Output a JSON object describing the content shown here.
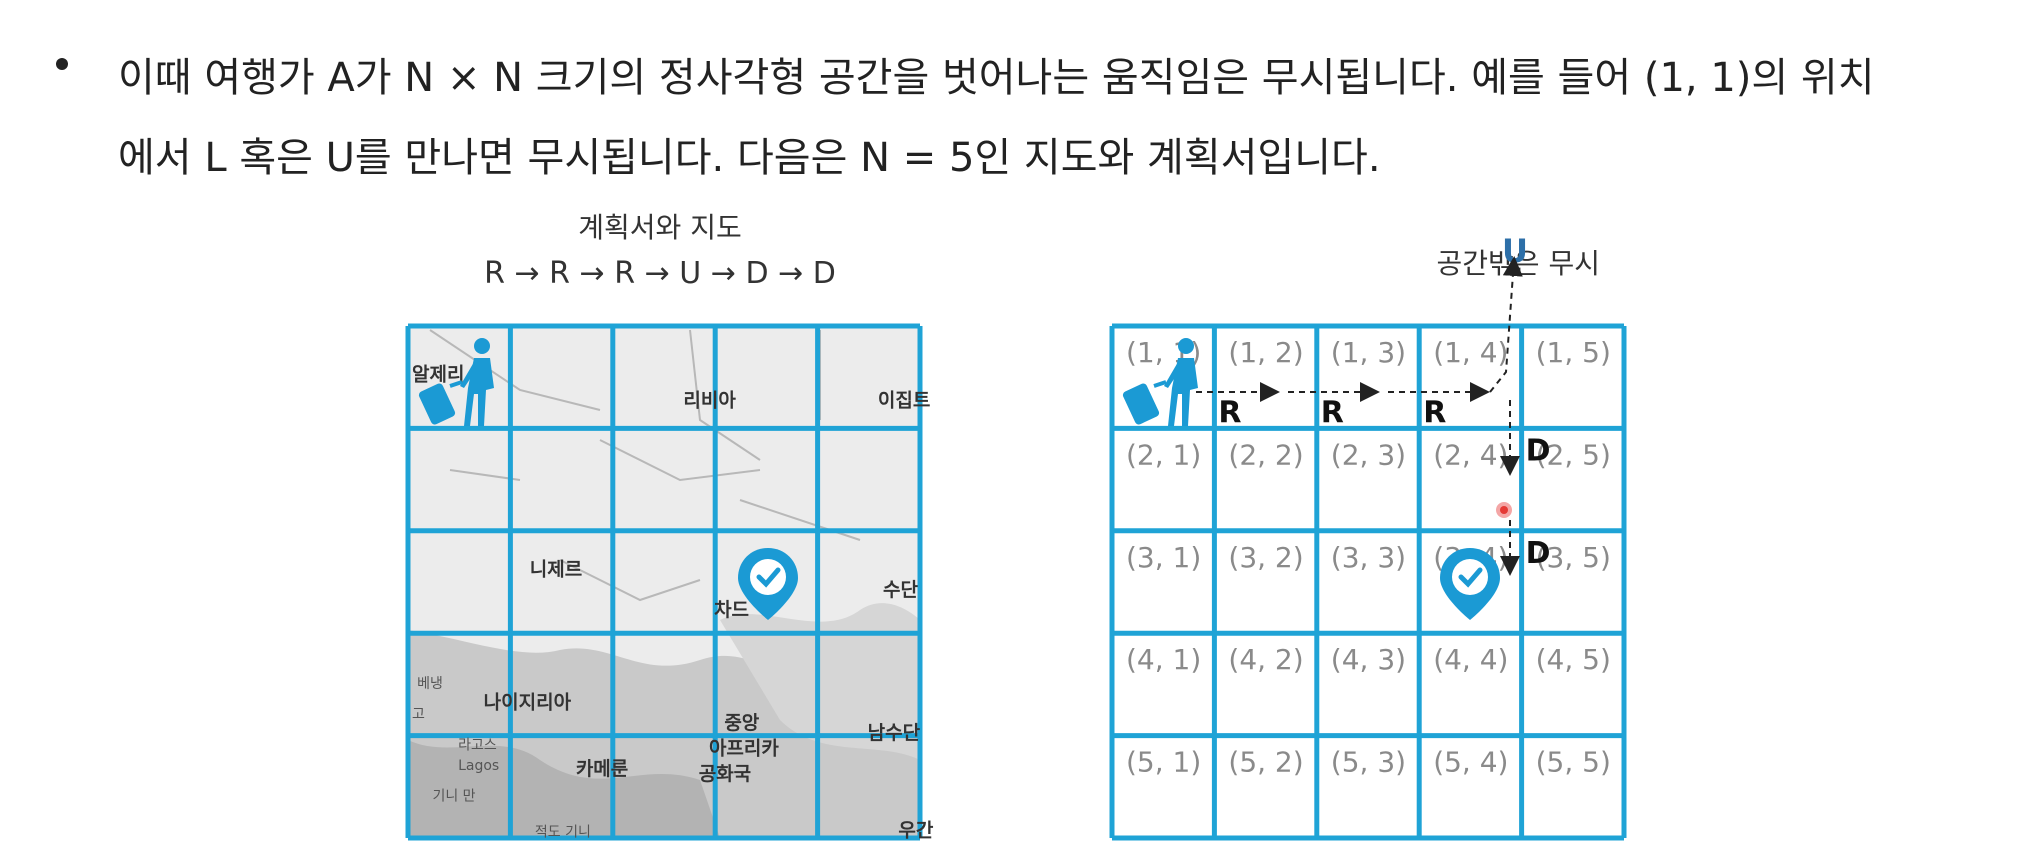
{
  "paragraph": {
    "line1": "이때 여행가 A가 N × N 크기의 정사각형 공간을 벗어나는 움직임은 무시됩니다. 예를 들어 (1, 1)의 위치",
    "line2": "에서 L 혹은 U를 만나면 무시됩니다. 다음은 N = 5인 지도와 계획서입니다."
  },
  "left_figure": {
    "title": "계획서와 지도",
    "plan": "R → R → R → U → D → D",
    "map_labels": [
      {
        "text": "알제리",
        "col": 0.0,
        "row": 0.3,
        "size": "normal"
      },
      {
        "text": "리비아",
        "col": 2.65,
        "row": 0.55,
        "size": "normal"
      },
      {
        "text": "이집트",
        "col": 4.55,
        "row": 0.55,
        "size": "normal"
      },
      {
        "text": "니제르",
        "col": 1.15,
        "row": 2.2,
        "size": "normal"
      },
      {
        "text": "차드",
        "col": 2.95,
        "row": 2.6,
        "size": "normal"
      },
      {
        "text": "수단",
        "col": 4.6,
        "row": 2.4,
        "size": "normal"
      },
      {
        "text": "베냉",
        "col": 0.05,
        "row": 3.3,
        "size": "small"
      },
      {
        "text": "고",
        "col": 0.0,
        "row": 3.6,
        "size": "small"
      },
      {
        "text": "나이지리아",
        "col": 0.7,
        "row": 3.5,
        "size": "normal"
      },
      {
        "text": "라고스",
        "col": 0.45,
        "row": 3.9,
        "size": "small"
      },
      {
        "text": "Lagos",
        "col": 0.45,
        "row": 4.1,
        "size": "small"
      },
      {
        "text": "중앙",
        "col": 3.05,
        "row": 3.7,
        "size": "normal"
      },
      {
        "text": "아프리카",
        "col": 2.9,
        "row": 3.95,
        "size": "normal"
      },
      {
        "text": "남수단",
        "col": 4.45,
        "row": 3.8,
        "size": "normal"
      },
      {
        "text": "카메룬",
        "col": 1.6,
        "row": 4.15,
        "size": "normal"
      },
      {
        "text": "공화국",
        "col": 2.8,
        "row": 4.2,
        "size": "normal"
      },
      {
        "text": "기니 만",
        "col": 0.2,
        "row": 4.4,
        "size": "small"
      },
      {
        "text": "적도 기니",
        "col": 1.2,
        "row": 4.75,
        "size": "small"
      },
      {
        "text": "우간",
        "col": 4.75,
        "row": 4.75,
        "size": "normal"
      }
    ]
  },
  "right_figure": {
    "title": "공간밖은 무시",
    "u_label": "U",
    "coords": [
      [
        "(1, 1)",
        "(1, 2)",
        "(1, 3)",
        "(1, 4)",
        "(1, 5)"
      ],
      [
        "(2, 1)",
        "(2, 2)",
        "(2, 3)",
        "(2, 4)",
        "(2, 5)"
      ],
      [
        "(3, 1)",
        "(3, 2)",
        "(3, 3)",
        "(3, 4)",
        "(3, 5)"
      ],
      [
        "(4, 1)",
        "(4, 2)",
        "(4, 3)",
        "(4, 4)",
        "(4, 5)"
      ],
      [
        "(5, 1)",
        "(5, 2)",
        "(5, 3)",
        "(5, 4)",
        "(5, 5)"
      ]
    ],
    "moves": [
      "R",
      "R",
      "R",
      "D",
      "D"
    ]
  },
  "colors": {
    "grid_blue": "#1fa3d6",
    "traveler_blue": "#1b9ad4",
    "map_gray": "#e6e6e6",
    "map_dark": "#bdbdbd",
    "u_blue": "#2d6fa8",
    "cursor_red": "#e53935"
  }
}
